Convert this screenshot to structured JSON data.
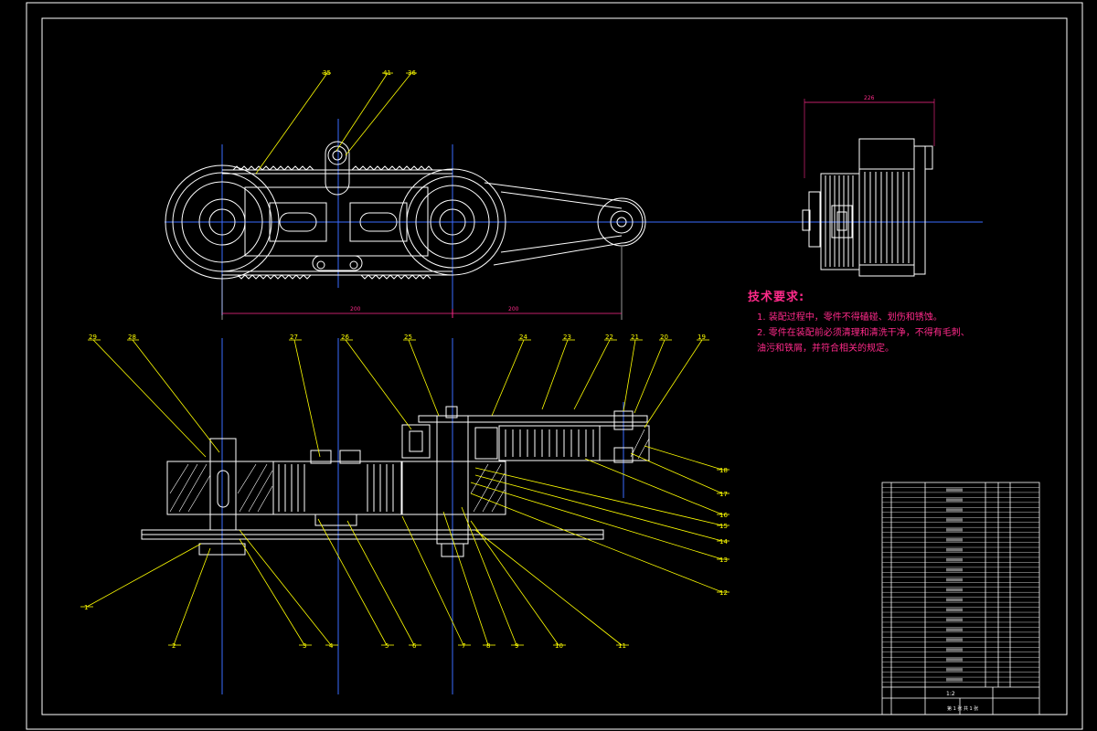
{
  "tech_requirements": {
    "title": "技术要求:",
    "line1": "1. 装配过程中，零件不得磕碰、划伤和锈蚀。",
    "line2": "2. 零件在装配前必须清理和清洗干净，不得有毛刺、",
    "line3": "油污和铁屑，并符合相关的规定。"
  },
  "balloons_top": [
    "35",
    "41",
    "36"
  ],
  "balloons_section_top": [
    "29",
    "28",
    "27",
    "26",
    "25",
    "24",
    "23",
    "22",
    "21",
    "20",
    "19"
  ],
  "balloons_right": [
    "18",
    "17",
    "16",
    "15",
    "14",
    "13",
    "12"
  ],
  "balloons_bottom": [
    "1",
    "2",
    "3",
    "4",
    "5",
    "6",
    "7",
    "8",
    "9",
    "10",
    "11"
  ],
  "dims": {
    "span_left": "200",
    "span_right": "200",
    "side_width": "226"
  },
  "title_block": {
    "scale": "1:2",
    "sheet": "第 1 张  共 1 张"
  },
  "colors": {
    "frame": "#ffffff",
    "leader": "#ffff00",
    "center": "#3a6bff",
    "text_pink": "#ff2a8a"
  }
}
